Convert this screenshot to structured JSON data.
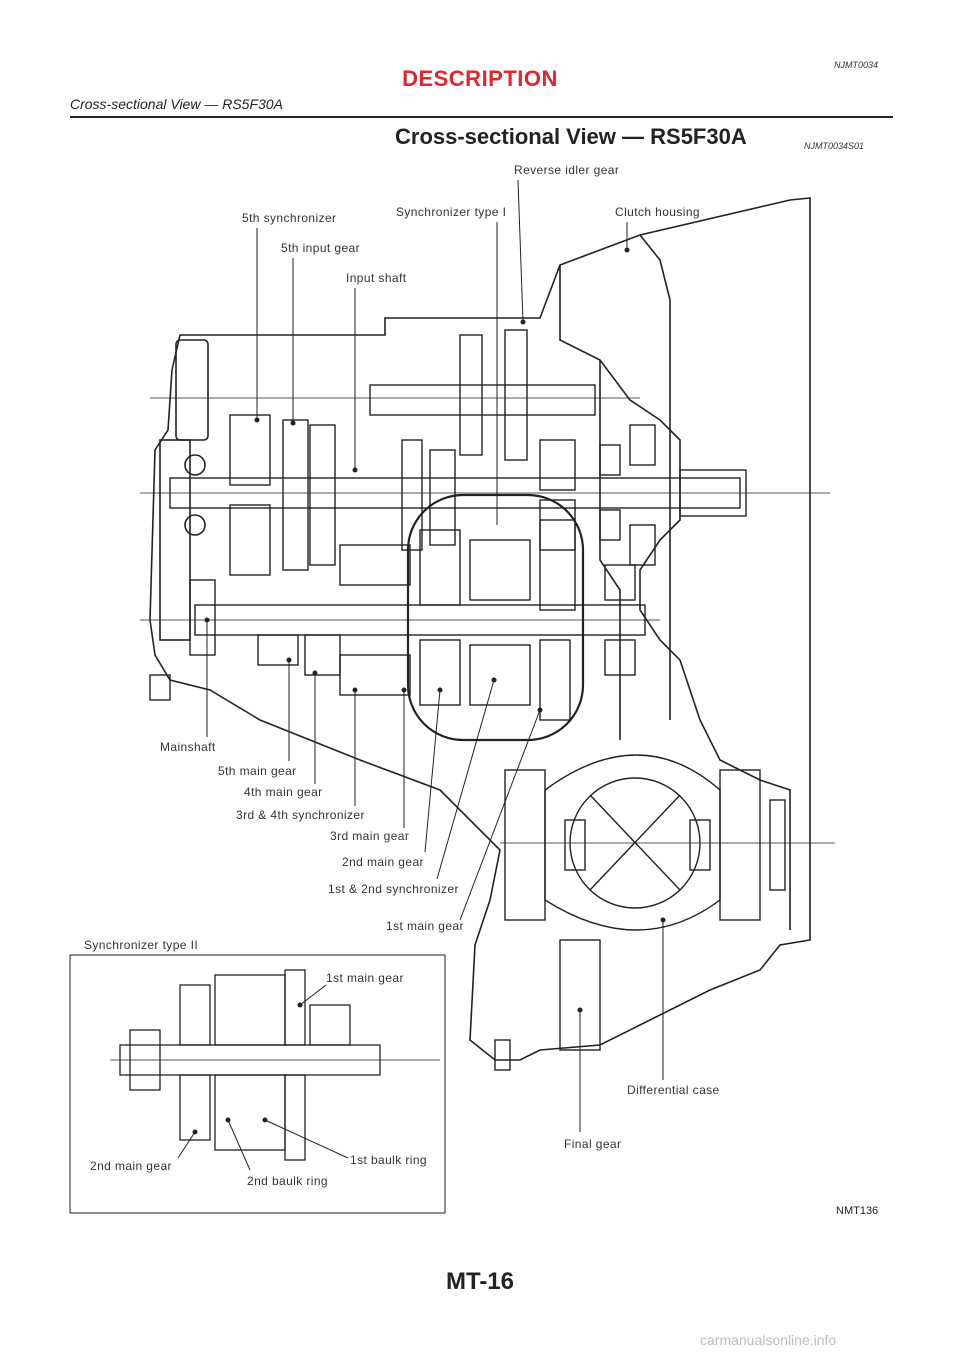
{
  "header": {
    "code": "NJMT0034",
    "section_title": "DESCRIPTION",
    "subtitle": "Cross-sectional View — RS5F30A"
  },
  "heading": {
    "title": "Cross-sectional View — RS5F30A",
    "code": "NJMT0034S01"
  },
  "diagram": {
    "labels": {
      "reverse_idler_gear": "Reverse idler gear",
      "fifth_synchronizer": "5th synchronizer",
      "synchronizer_type_1": "Synchronizer type I",
      "clutch_housing": "Clutch housing",
      "fifth_input_gear": "5th input gear",
      "input_shaft": "Input shaft",
      "mainshaft": "Mainshaft",
      "fifth_main_gear": "5th main gear",
      "fourth_main_gear": "4th main gear",
      "third_fourth_synchronizer": "3rd & 4th synchronizer",
      "third_main_gear": "3rd main gear",
      "second_main_gear": "2nd main gear",
      "first_second_synchronizer": "1st & 2nd synchronizer",
      "first_main_gear": "1st main gear",
      "differential_case": "Differential case",
      "final_gear": "Final gear"
    },
    "inset": {
      "title": "Synchronizer type II",
      "first_main_gear": "1st main gear",
      "second_main_gear": "2nd main gear",
      "first_baulk_ring": "1st baulk ring",
      "second_baulk_ring": "2nd baulk ring"
    },
    "figure_code": "NMT136"
  },
  "footer": {
    "page_number": "MT-16",
    "watermark": "carmanualsonline.info"
  }
}
